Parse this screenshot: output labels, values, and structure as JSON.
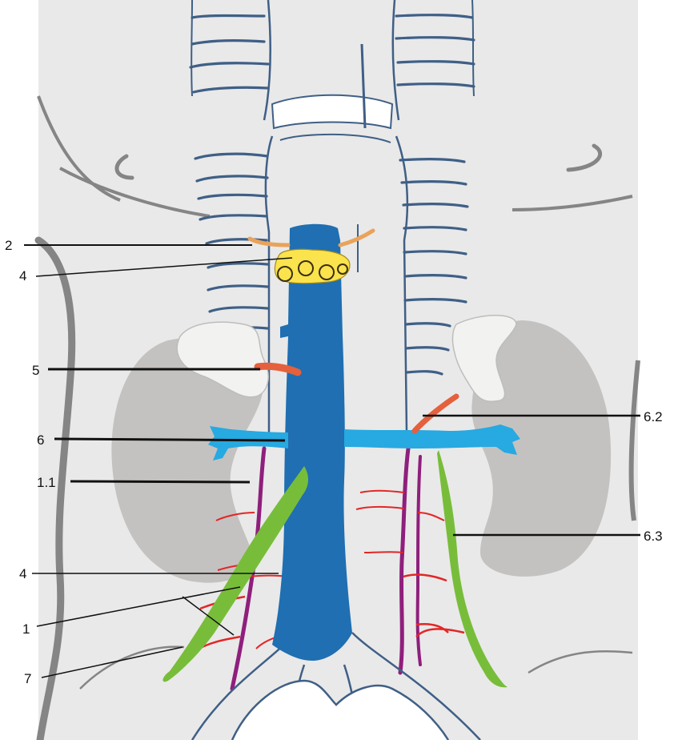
{
  "labels": {
    "l2": "2",
    "l4_top": "4",
    "l5": "5",
    "l6": "6",
    "l1_1": "1.1",
    "l4_bottom": "4",
    "l1": "1",
    "l7": "7",
    "l6_2": "6.2",
    "l6_3": "6.3"
  },
  "colors": {
    "background": "#ffffff",
    "body": "#e9e9e9",
    "body_outline": "#858585",
    "kidney": "#c4c2c0",
    "adrenal": "#f2f2f0",
    "spine_outline": "#3f5f86",
    "vena_cava": "#1f6fb2",
    "renal_veins": "#27a9e1",
    "gonadal_vein": "#78bd3a",
    "lumbar_vessels": "#8f1f7c",
    "small_arteries": "#e32626",
    "artery_branch": "#e5603c",
    "orange_vessel": "#e9a35a",
    "yellow_structure": "#fae34c"
  }
}
